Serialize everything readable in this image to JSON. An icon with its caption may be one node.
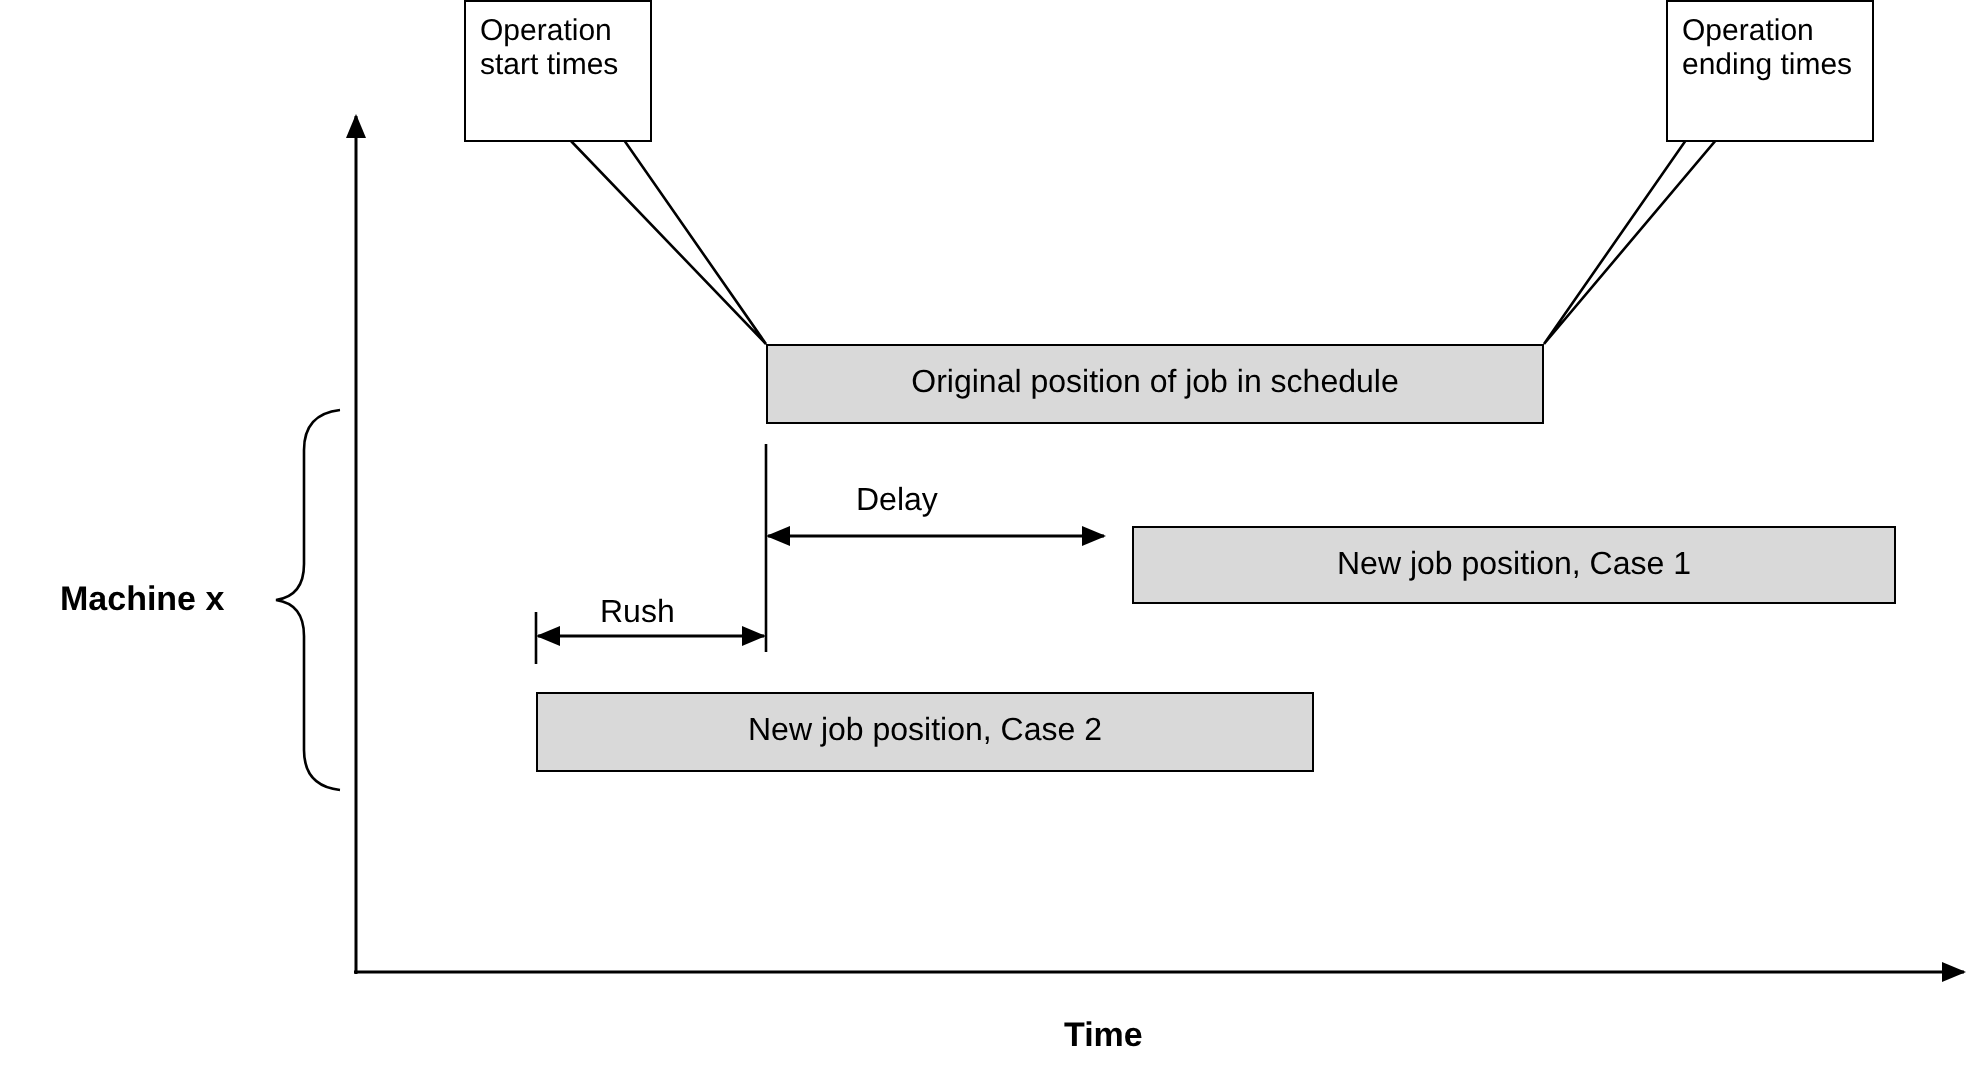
{
  "diagram": {
    "nodes": [
      {
        "text": [
          "Operation start times"
        ]
      },
      {
        "text": [
          "Operation ending times"
        ]
      },
      {
        "text": [
          "Original position of job in schedule"
        ]
      },
      {
        "text": [
          "New job position, Case 1"
        ]
      },
      {
        "text": [
          "New job position, Case 2"
        ]
      }
    ],
    "edges": [
      {
        "from": 0,
        "to": 2,
        "arrow": "none"
      },
      {
        "from": 1,
        "to": 2,
        "arrow": "none"
      }
    ],
    "labels": [
      "Delay",
      "Machine x",
      "Rush",
      "Time"
    ]
  }
}
